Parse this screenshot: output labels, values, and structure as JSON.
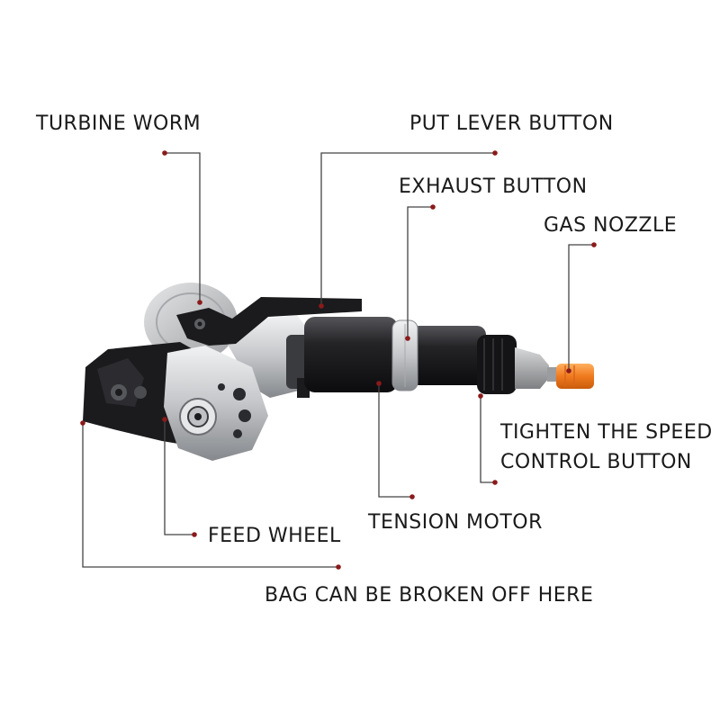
{
  "callouts": {
    "turbine_worm": "TURBINE WORM",
    "put_lever_button": "PUT LEVER BUTTON",
    "exhaust_button": "EXHAUST BUTTON",
    "gas_nozzle": "GAS NOZZLE",
    "tighten_speed_line1": "TIGHTEN THE SPEED",
    "tighten_speed_line2": "CONTROL BUTTON",
    "tension_motor": "TENSION MOTOR",
    "feed_wheel": "FEED WHEEL",
    "bag_break_off": "BAG CAN BE BROKEN OFF HERE"
  },
  "colors": {
    "background": "#ffffff",
    "text": "#1a1a1a",
    "leader_line": "#444444",
    "leader_dot": "#8b1a1a",
    "tool_black": "#1b1b1d",
    "tool_silver": "#c4c6c9",
    "nozzle_orange": "#f07a1e"
  }
}
